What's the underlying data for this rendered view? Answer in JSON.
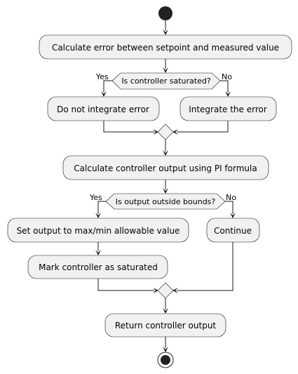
{
  "diagram": {
    "steps": {
      "calc_error": "Calculate error between setpoint and measured value",
      "no_integrate": "Do not integrate error",
      "integrate": "Integrate the error",
      "calc_output": "Calculate controller output using PI formula",
      "set_output": "Set output to max/min allowable value",
      "continue": "Continue",
      "mark_saturated": "Mark controller as saturated",
      "return_output": "Return controller output"
    },
    "decisions": {
      "saturated": {
        "question": "Is controller saturated?",
        "yes": "Yes",
        "no": "No"
      },
      "bounds": {
        "question": "Is output outside bounds?",
        "yes": "Yes",
        "no": "No"
      }
    }
  }
}
